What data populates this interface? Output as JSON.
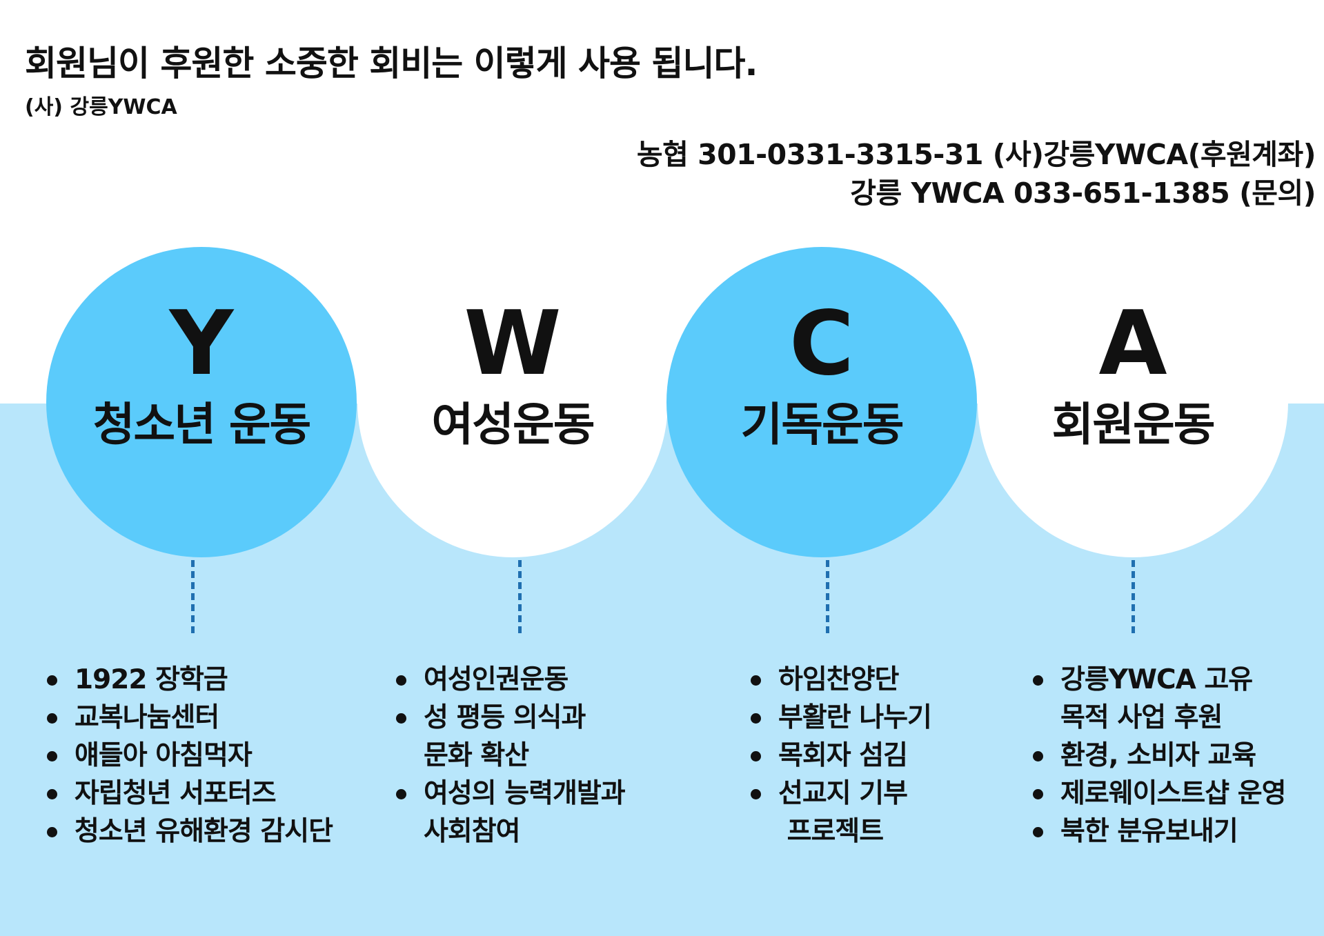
{
  "header": {
    "title": "회원님이 후원한 소중한 회비는 이렇게 사용 됩니다.",
    "subtitle": "(사) 강릉YWCA",
    "contact_line1": "농협 301-0331-3315-31 (사)강릉YWCA(후원계좌)",
    "contact_line2": "강릉 YWCA 033-651-1385 (문의)"
  },
  "colors": {
    "blue_circle": "#5bcbfb",
    "light_band": "#b8e6fb",
    "dash": "#1f6fb0",
    "text": "#111111"
  },
  "sections": [
    {
      "letter": "Y",
      "label": "청소년 운동",
      "items": [
        "1922 장학금",
        "교복나눔센터",
        "얘들아 아침먹자",
        "자립청년 서포터즈",
        "청소년 유해환경 감시단"
      ]
    },
    {
      "letter": "W",
      "label": "여성운동",
      "items": [
        "여성인권운동",
        "성 평등 의식과",
        "문화 확산",
        "여성의 능력개발과",
        "사회참여"
      ]
    },
    {
      "letter": "C",
      "label": "기독운동",
      "items": [
        "하임찬양단",
        "부활란 나누기",
        "목회자 섬김",
        "선교지 기부",
        " 프로젝트"
      ]
    },
    {
      "letter": "A",
      "label": "회원운동",
      "items": [
        "강릉YWCA 고유",
        "목적 사업 후원",
        "환경, 소비자 교육",
        "제로웨이스트샵 운영",
        "북한 분유보내기"
      ]
    }
  ]
}
